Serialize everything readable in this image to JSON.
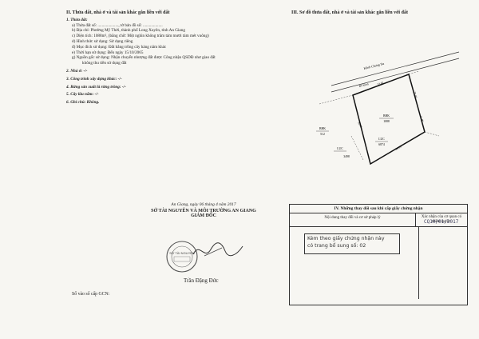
{
  "section2": {
    "title": "II. Thửa đất, nhà ở và tài sản khác gắn liền với đất",
    "item1_label": "1. Thửa đất:",
    "a": "a) Thửa đất số: ...................., tờ bản đồ số: ...................",
    "b": "b) Địa chỉ: Phường Mỹ Thới, thành phố Long Xuyên, tỉnh An Giang",
    "c": "c) Diện tích: 1088m², (bằng chữ: Một nghìn không trăm tám mươi tám mét vuông)",
    "d": "d) Hình thức sử dụng: Sử dụng riêng",
    "dd": "đ) Mục đích sử dụng: Đất bằng trồng cây hàng năm khác",
    "e": "e) Thời hạn sử dụng: Đến ngày 15/10/2065",
    "g1": "g) Nguồn gốc sử dụng: Nhận chuyển nhượng đất được Công nhận QSDĐ như giao đất",
    "g2": "không thu tiền sử dụng đất",
    "item2": "2. Nhà ở: -/-",
    "item3": "3. Công trình xây dựng khác: -/-",
    "item4": "4. Rừng sản xuất là rừng trồng: -/-",
    "item5": "5. Cây lâu năm: -/-",
    "item6": "6. Ghi chú: Không."
  },
  "section3": {
    "title": "III. Sơ đồ thửa đất, nhà ở và tài sản khác gắn liền với đất"
  },
  "diagram": {
    "road_label": "Kênh Chưng Da",
    "setback_label": "Bờ kênh",
    "parcel_label": "BHK",
    "parcel_number": "1088",
    "top_edge": "33.60",
    "right_edge_top": "20.60",
    "right_edge_mid": "11.00",
    "bottom_edge": "34.16",
    "left_edge": "32.00",
    "west_neighbor_label": "BHK",
    "west_neighbor_number": "512",
    "south_neighbor_label": "LUC",
    "south_neighbor_number": "3498",
    "east_neighbor_label": "LUC",
    "east_neighbor_number": "6874"
  },
  "signature": {
    "place_date": "An Giang, ngày 06 tháng 4 năm 2017",
    "org": "SỞ TÀI NGUYÊN VÀ MÔI TRƯỜNG AN GIANG",
    "role": "GIÁM ĐỐC",
    "stamp_text": "SỞ TÀI NGUYÊN",
    "signer": "Trần Đặng Đức"
  },
  "cert_no_label": "Số vào sổ cấp GCN:",
  "section4": {
    "title": "IV. Những thay đổi sau khi cấp giấy chứng nhận",
    "col1_header": "Nội dung thay đổi và cơ sở pháp lý",
    "col2_header": "Xác nhận của cơ quan có thẩm quyền",
    "note_line1": "Kèm theo giấy chứng nhận này",
    "note_line2": "có trang bổ sung số: 02",
    "handwritten_code": "CQ10/01/2017"
  }
}
